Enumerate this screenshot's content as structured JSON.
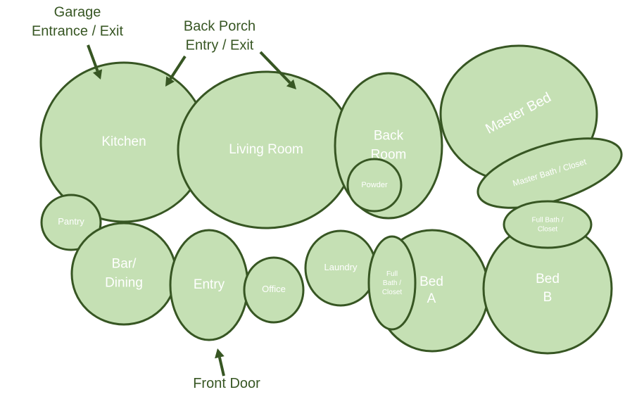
{
  "colors": {
    "room_fill": "#c5e0b4",
    "room_stroke": "#375623",
    "room_text": "#ffffff",
    "callout_text": "#375623"
  },
  "rooms": [
    {
      "id": "master-bed",
      "label": [
        "Master Bed"
      ]
    },
    {
      "id": "master-bath-closet",
      "label": [
        "Master Bath / Closet"
      ]
    },
    {
      "id": "kitchen",
      "label": [
        "Kitchen"
      ]
    },
    {
      "id": "living-room",
      "label": [
        "Living Room"
      ]
    },
    {
      "id": "back-room",
      "label": [
        "Back",
        "Room"
      ]
    },
    {
      "id": "powder",
      "label": [
        "Powder"
      ]
    },
    {
      "id": "pantry",
      "label": [
        "Pantry"
      ]
    },
    {
      "id": "bar-dining",
      "label": [
        "Bar/",
        "Dining"
      ]
    },
    {
      "id": "entry",
      "label": [
        "Entry"
      ]
    },
    {
      "id": "office",
      "label": [
        "Office"
      ]
    },
    {
      "id": "laundry",
      "label": [
        "Laundry"
      ]
    },
    {
      "id": "bed-a",
      "label": [
        "Bed",
        "A"
      ]
    },
    {
      "id": "full-bath-closet-a",
      "label": [
        "Full",
        "Bath /",
        "Closet"
      ]
    },
    {
      "id": "bed-b",
      "label": [
        "Bed",
        "B"
      ]
    },
    {
      "id": "full-bath-closet-b",
      "label": [
        "Full Bath /",
        "Closet"
      ]
    }
  ],
  "callouts": [
    {
      "id": "garage-entrance-exit",
      "lines": [
        "Garage",
        "Entrance / Exit"
      ]
    },
    {
      "id": "back-porch-entry-exit",
      "lines": [
        "Back Porch",
        "Entry / Exit"
      ]
    },
    {
      "id": "front-door",
      "lines": [
        "Front Door"
      ]
    }
  ]
}
